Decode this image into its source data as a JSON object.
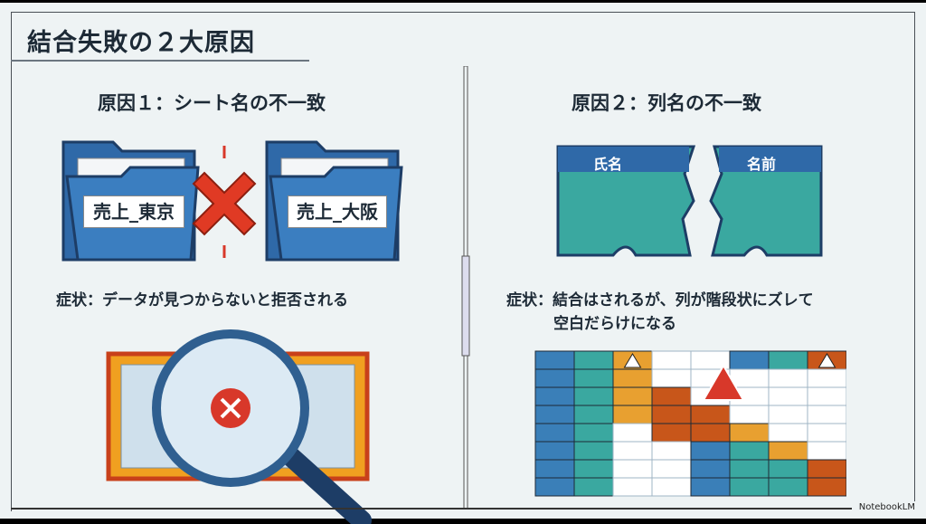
{
  "title": "結合失敗の２大原因",
  "cause1": {
    "heading": "原因１：シート名の不一致",
    "folder_left": "売上_東京",
    "folder_right": "売上_大阪",
    "symptom": "症状：データが見つからないと拒否される"
  },
  "cause2": {
    "heading": "原因２：列名の不一致",
    "puzzle_left": "氏名",
    "puzzle_right": "名前",
    "symptom_line1": "症状：結合はされるが、列が階段状にズレて",
    "symptom_line2": "空白だらけになる",
    "grid": [
      [
        "B",
        "T",
        "OW",
        "W",
        "W",
        "B",
        "T",
        "RW"
      ],
      [
        "B",
        "T",
        "O",
        "W",
        "W",
        "W",
        "W",
        "W"
      ],
      [
        "B",
        "T",
        "O",
        "R",
        "W",
        "W",
        "W",
        "W"
      ],
      [
        "B",
        "T",
        "O",
        "R",
        "R",
        "W",
        "W",
        "W"
      ],
      [
        "B",
        "T",
        "W",
        "R",
        "R",
        "O",
        "W",
        "W"
      ],
      [
        "B",
        "T",
        "W",
        "W",
        "B",
        "T",
        "O",
        "W"
      ],
      [
        "B",
        "T",
        "W",
        "W",
        "B",
        "T",
        "T",
        "R"
      ],
      [
        "B",
        "T",
        "W",
        "W",
        "B",
        "T",
        "T",
        "R"
      ]
    ]
  },
  "colors": {
    "B": "#3a7fb8",
    "T": "#3aa8a0",
    "O": "#e8a030",
    "R": "#c8561a",
    "W": "#ffffff",
    "accent": "#d8382a"
  },
  "watermark": "NotebookLM"
}
